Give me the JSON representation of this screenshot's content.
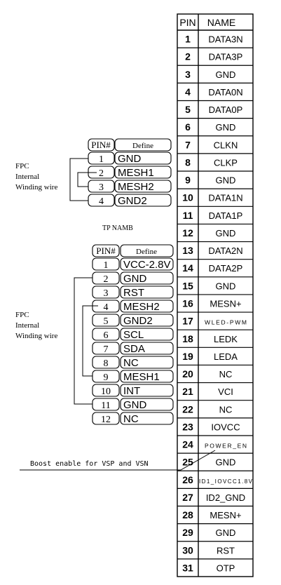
{
  "main_table": {
    "header": {
      "pin": "PIN",
      "name": "NAME"
    },
    "rows": [
      {
        "pin": "1",
        "name": "DATA3N"
      },
      {
        "pin": "2",
        "name": "DATA3P"
      },
      {
        "pin": "3",
        "name": "GND"
      },
      {
        "pin": "4",
        "name": "DATA0N"
      },
      {
        "pin": "5",
        "name": "DATA0P"
      },
      {
        "pin": "6",
        "name": "GND"
      },
      {
        "pin": "7",
        "name": "CLKN"
      },
      {
        "pin": "8",
        "name": "CLKP"
      },
      {
        "pin": "9",
        "name": "GND"
      },
      {
        "pin": "10",
        "name": "DATA1N"
      },
      {
        "pin": "11",
        "name": "DATA1P"
      },
      {
        "pin": "12",
        "name": "GND"
      },
      {
        "pin": "13",
        "name": "DATA2N"
      },
      {
        "pin": "14",
        "name": "DATA2P"
      },
      {
        "pin": "15",
        "name": "GND"
      },
      {
        "pin": "16",
        "name": "MESN+"
      },
      {
        "pin": "17",
        "name": "WLED-PWM"
      },
      {
        "pin": "18",
        "name": "LEDK"
      },
      {
        "pin": "19",
        "name": "LEDA"
      },
      {
        "pin": "20",
        "name": "NC"
      },
      {
        "pin": "21",
        "name": "VCI"
      },
      {
        "pin": "22",
        "name": "NC"
      },
      {
        "pin": "23",
        "name": "IOVCC"
      },
      {
        "pin": "24",
        "name": "POWER_EN"
      },
      {
        "pin": "25",
        "name": "GND"
      },
      {
        "pin": "26",
        "name": "ID1_IOVCC1.8V"
      },
      {
        "pin": "27",
        "name": "ID2_GND"
      },
      {
        "pin": "28",
        "name": "MESN+"
      },
      {
        "pin": "29",
        "name": "GND"
      },
      {
        "pin": "30",
        "name": "RST"
      },
      {
        "pin": "31",
        "name": "OTP"
      }
    ]
  },
  "fpc_small": {
    "label": [
      "FPC",
      "Internal",
      "Winding wire"
    ],
    "header": {
      "pin": "PIN#",
      "define": "Define"
    },
    "rows": [
      {
        "pin": "1",
        "define": "GND"
      },
      {
        "pin": "2",
        "define": "MESH1"
      },
      {
        "pin": "3",
        "define": "MESH2"
      },
      {
        "pin": "4",
        "define": "GND2"
      }
    ]
  },
  "tp_name": "TP  NAMB",
  "fpc_large": {
    "label": [
      "FPC",
      "Internal",
      "Winding wire"
    ],
    "header": {
      "pin": "PIN#",
      "define": "Define"
    },
    "rows": [
      {
        "pin": "1",
        "define": "VCC-2.8V"
      },
      {
        "pin": "2",
        "define": "GND"
      },
      {
        "pin": "3",
        "define": "RST"
      },
      {
        "pin": "4",
        "define": "MESH2"
      },
      {
        "pin": "5",
        "define": "GND2"
      },
      {
        "pin": "6",
        "define": "SCL"
      },
      {
        "pin": "7",
        "define": "SDA"
      },
      {
        "pin": "8",
        "define": "NC"
      },
      {
        "pin": "9",
        "define": "MESH1"
      },
      {
        "pin": "10",
        "define": "INT"
      },
      {
        "pin": "11",
        "define": "GND"
      },
      {
        "pin": "12",
        "define": "NC"
      }
    ]
  },
  "boost_note": "Boost enable for VSP and VSN"
}
